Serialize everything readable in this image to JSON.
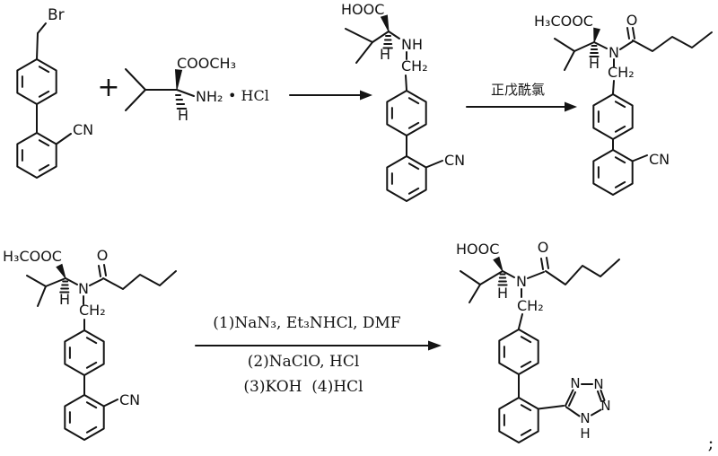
{
  "operators": {
    "plus": "+",
    "terminator": ";"
  },
  "arrows": {
    "arrow2": {
      "label": "正戊酰氯"
    },
    "arrow3": {
      "above": "(1)NaN₃, Et₃NHCl, DMF",
      "below1": "(2)NaClO, HCl",
      "below2": "(3)KOH  (4)HCl"
    }
  },
  "structures": {
    "bromide": {
      "br": "Br",
      "cn": "CN"
    },
    "valine_ester": {
      "ester": "COOCH₃",
      "amine": "NH₂",
      "h": "H",
      "salt": "• HCl"
    },
    "secondary_amine": {
      "acid": "HOOC",
      "h": "H",
      "nh": "NH",
      "ch2": "CH₂",
      "cn": "CN"
    },
    "acylated_top": {
      "ester": "H₃COOC",
      "o": "O",
      "h": "H",
      "n": "N",
      "ch2": "CH₂",
      "cn": "CN"
    },
    "acylated_bottom": {
      "ester": "H₃COOC",
      "o": "O",
      "h": "H",
      "n": "N",
      "ch2": "CH₂",
      "cn": "CN"
    },
    "valsartan": {
      "acid": "HOOC",
      "o": "O",
      "h": "H",
      "n": "N",
      "ch2": "CH₂",
      "tetrazole": {
        "n_top_left": "N",
        "n_top_right": "N",
        "n_right": "N",
        "n_bottom": "N",
        "h": "H"
      }
    }
  }
}
